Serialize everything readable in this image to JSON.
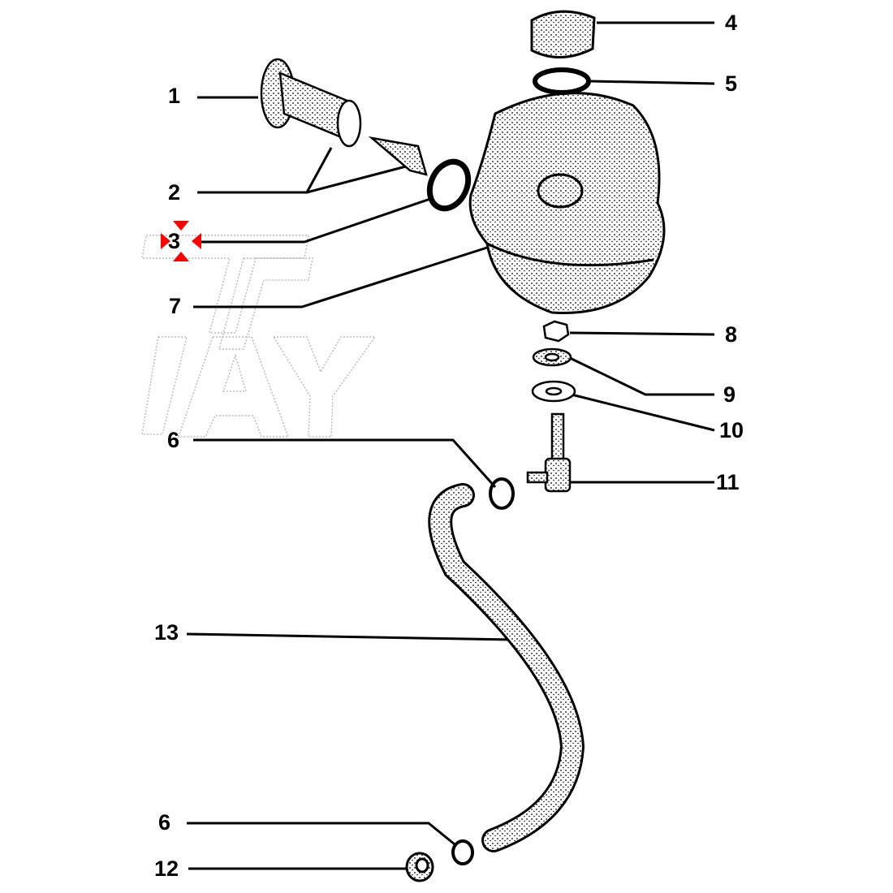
{
  "watermark": "TTAY",
  "colors": {
    "highlight_yellow": "#ffff33",
    "highlight_cyan": "#33e0e0",
    "marker_red": "#ff0000"
  },
  "selected_callout": "3",
  "callouts": [
    {
      "id": "c1",
      "label": "1",
      "hl": "yellow"
    },
    {
      "id": "c2",
      "label": "2",
      "hl": "yellow"
    },
    {
      "id": "c3",
      "label": "3",
      "hl": "yellow"
    },
    {
      "id": "c7",
      "label": "7",
      "hl": "yellow"
    },
    {
      "id": "c6a",
      "label": "6",
      "hl": "cyan"
    },
    {
      "id": "c13",
      "label": "13",
      "hl": "yellow"
    },
    {
      "id": "c6b",
      "label": "6",
      "hl": "cyan"
    },
    {
      "id": "c12",
      "label": "12",
      "hl": "yellow"
    },
    {
      "id": "c4",
      "label": "4",
      "hl": "yellow"
    },
    {
      "id": "c5",
      "label": "5",
      "hl": "yellow"
    },
    {
      "id": "c8",
      "label": "8",
      "hl": "yellow"
    },
    {
      "id": "c9",
      "label": "9",
      "hl": "yellow"
    },
    {
      "id": "c10",
      "label": "10",
      "hl": "yellow"
    },
    {
      "id": "c11",
      "label": "11",
      "hl": "yellow"
    }
  ]
}
